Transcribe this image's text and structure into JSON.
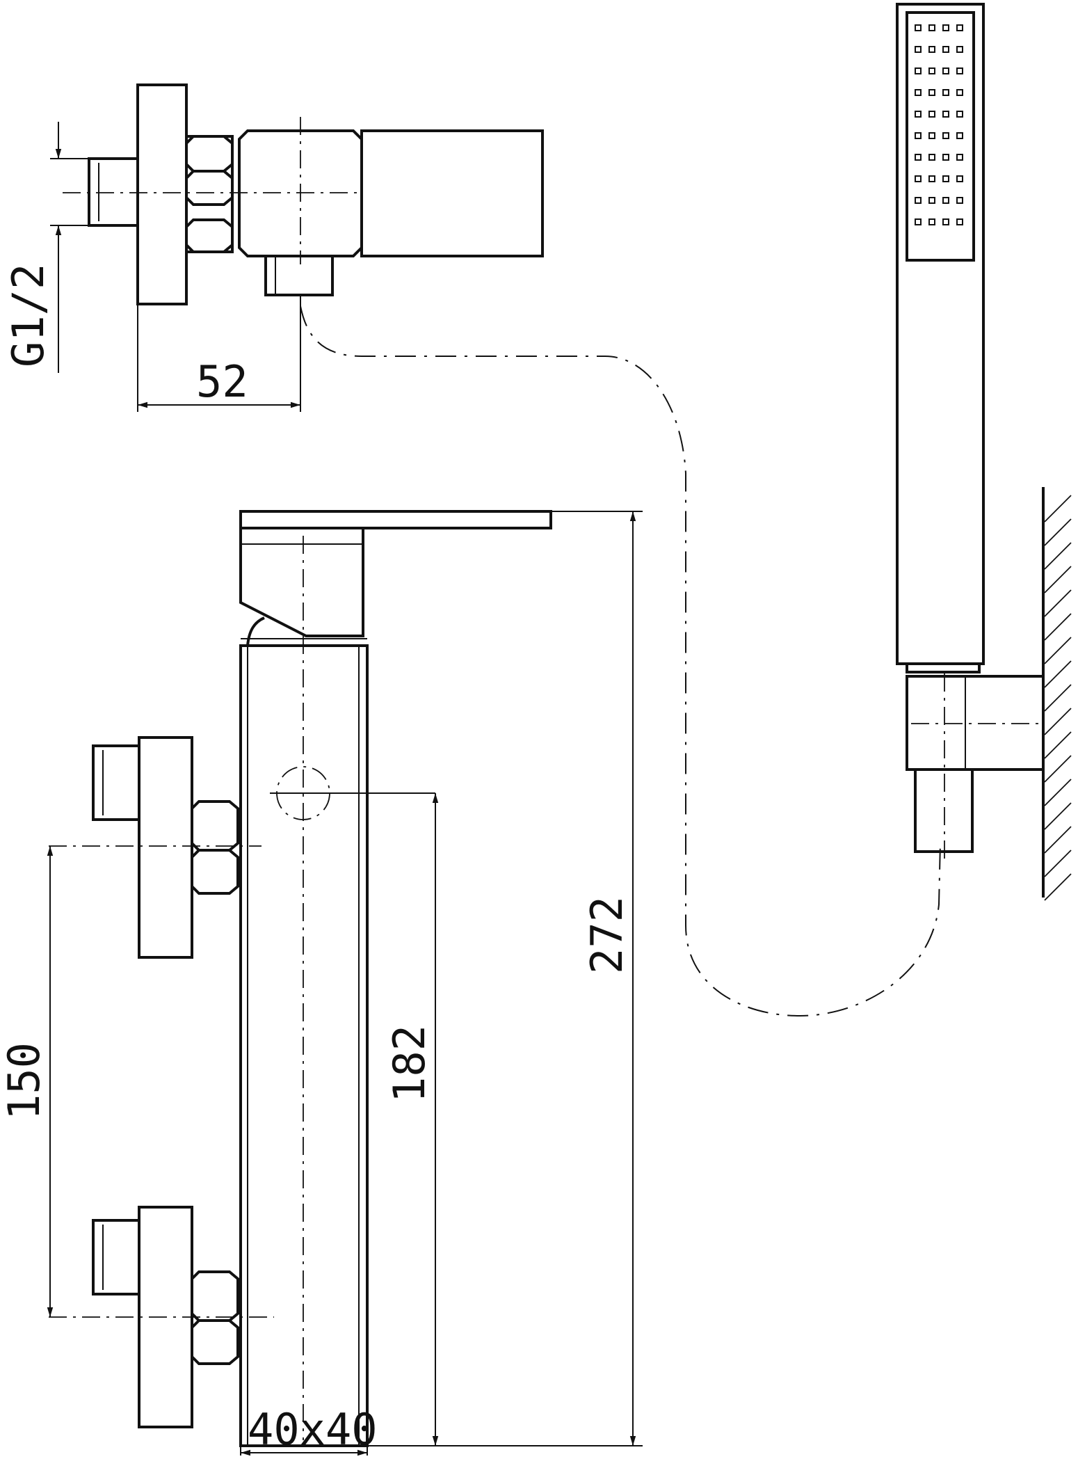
{
  "dimensions": {
    "thread": "G1/2",
    "depth": "52",
    "height_total": "272",
    "height_outlet": "182",
    "spacing": "150",
    "section": "40x40"
  },
  "colors": {
    "line": "#111111",
    "background": "#ffffff"
  }
}
